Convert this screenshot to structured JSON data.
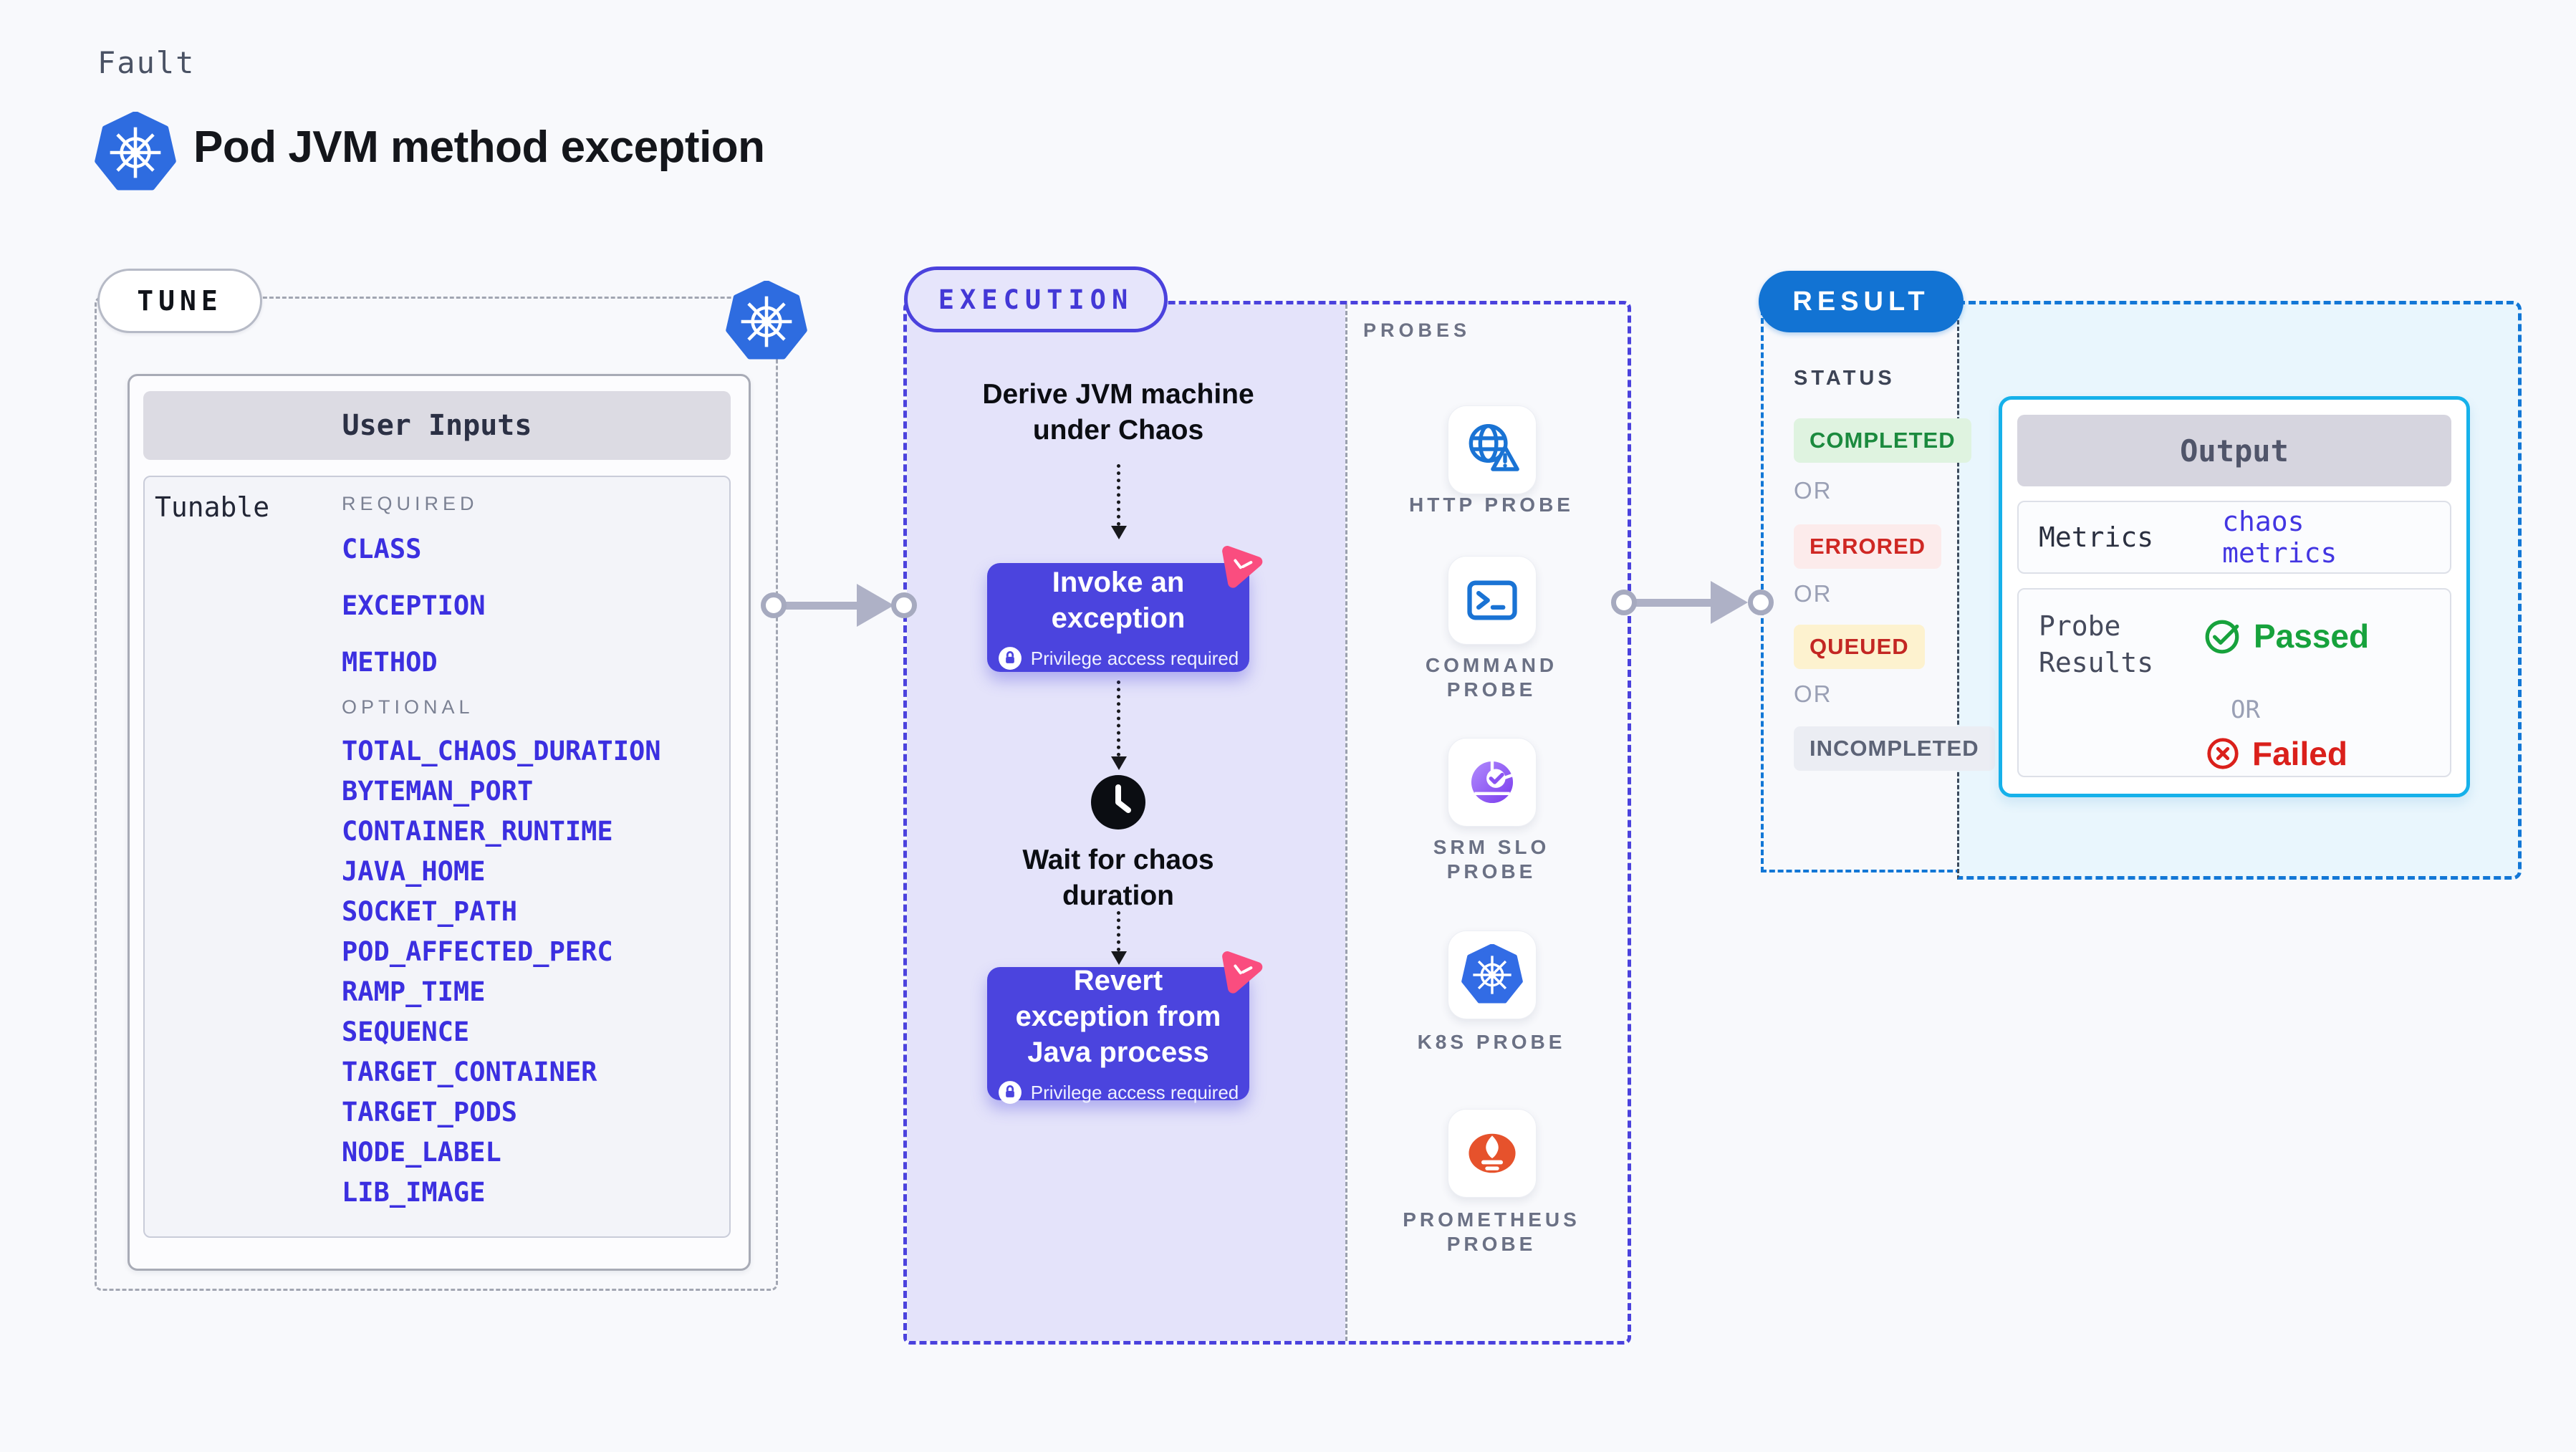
{
  "colors": {
    "page_background": "#f8f9fc",
    "accent_indigo": "#4b44de",
    "execution_panel_lavender": "#e4e3fa",
    "tunable_link_indigo": "#3b2fe0",
    "kubernetes_blue": "#2e6ce0",
    "probe_icon_blue": "#1a73d4",
    "srm_slo_purple": "#7a3bed",
    "prometheus_orange": "#e6522c",
    "result_blue": "#1273d3",
    "output_border_cyan": "#16b1ea",
    "litmus_pink": "#fa4d7f",
    "passed_green": "#17a23c",
    "failed_red": "#da201b",
    "completed_green": "#1b8a3e",
    "errored_red": "#cf2723",
    "queued_red": "#c32723",
    "incompleted_gray": "#5c6376"
  },
  "header": {
    "eyebrow": "Fault",
    "title": "Pod JVM method exception"
  },
  "tune": {
    "pill": "TUNE",
    "card_title": "User Inputs",
    "panel_label": "Tunable",
    "required_label": "REQUIRED",
    "required": [
      "CLASS",
      "EXCEPTION",
      "METHOD"
    ],
    "optional_label": "OPTIONAL",
    "optional": [
      "TOTAL_CHAOS_DURATION",
      "BYTEMAN_PORT",
      "CONTAINER_RUNTIME",
      "JAVA_HOME",
      "SOCKET_PATH",
      "POD_AFFECTED_PERC",
      "RAMP_TIME",
      "SEQUENCE",
      "TARGET_CONTAINER",
      "TARGET_PODS",
      "NODE_LABEL",
      "LIB_IMAGE"
    ]
  },
  "execution": {
    "pill": "EXECUTION",
    "derive_step": "Derive JVM machine under Chaos",
    "invoke_step": "Invoke an exception",
    "wait_step": "Wait for chaos duration",
    "revert_step": "Revert exception from Java process",
    "privilege_note": "Privilege access required"
  },
  "probes": {
    "label": "PROBES",
    "items": [
      {
        "label": "HTTP PROBE",
        "icon": "globe-warning-icon"
      },
      {
        "label": "COMMAND PROBE",
        "icon": "terminal-icon"
      },
      {
        "label": "SRM SLO PROBE",
        "icon": "slo-gauge-icon"
      },
      {
        "label": "K8S PROBE",
        "icon": "kubernetes-icon"
      },
      {
        "label": "PROMETHEUS PROBE",
        "icon": "prometheus-flame-icon"
      }
    ]
  },
  "result": {
    "pill": "RESULT",
    "status_label": "STATUS",
    "or": "OR",
    "statuses": [
      {
        "label": "COMPLETED"
      },
      {
        "label": "ERRORED"
      },
      {
        "label": "QUEUED"
      },
      {
        "label": "INCOMPLETED"
      }
    ],
    "output": {
      "title": "Output",
      "metrics_label": "Metrics",
      "metrics_value": "chaos metrics",
      "probe_results_label": "Probe Results",
      "passed": "Passed",
      "or": "OR",
      "failed": "Failed"
    }
  }
}
